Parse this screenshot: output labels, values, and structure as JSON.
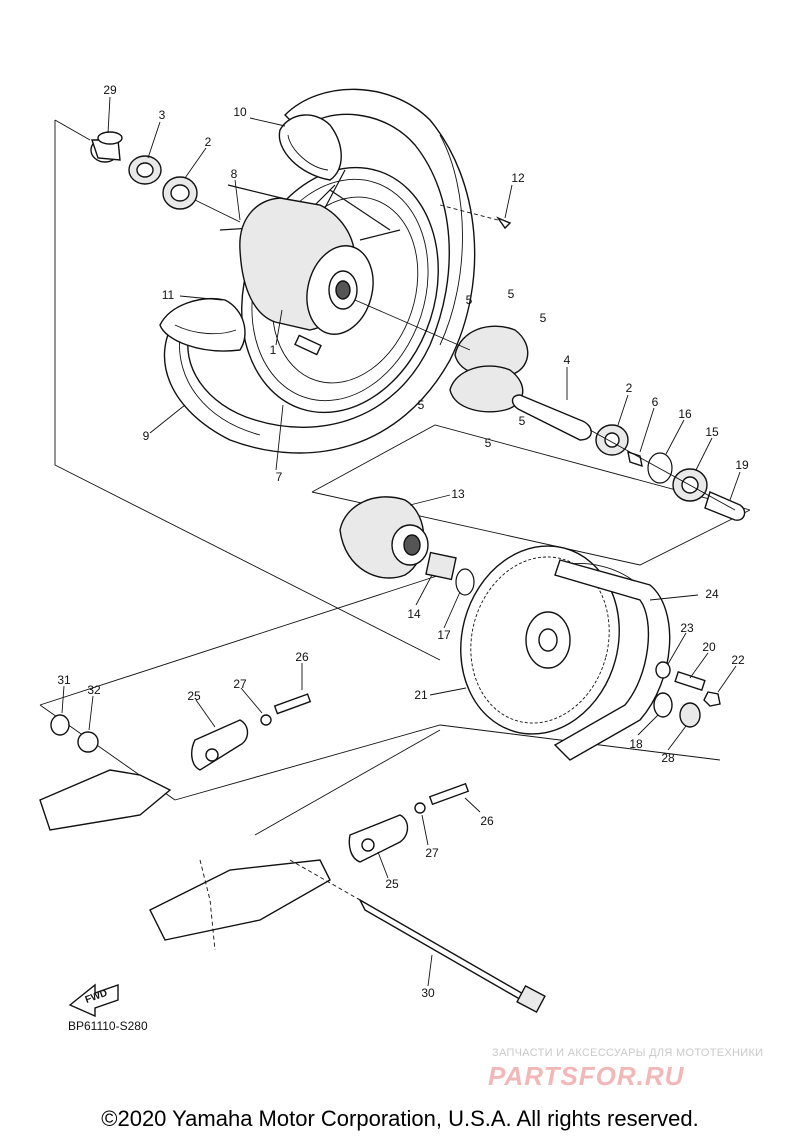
{
  "diagram_code": "BP61110-S280",
  "fwd_label": "FWD",
  "watermark": {
    "tagline": "ЗАПЧАСТИ И АКСЕССУАРЫ ДЛЯ МОТОТЕХНИКИ",
    "logo": "PARTSFOR.RU"
  },
  "copyright": "©2020 Yamaha Motor Corporation, U.S.A. All rights reserved.",
  "callouts": [
    {
      "id": "c29",
      "text": "29"
    },
    {
      "id": "c3",
      "text": "3"
    },
    {
      "id": "c2a",
      "text": "2"
    },
    {
      "id": "c10",
      "text": "10"
    },
    {
      "id": "c8",
      "text": "8"
    },
    {
      "id": "c12",
      "text": "12"
    },
    {
      "id": "c11",
      "text": "11"
    },
    {
      "id": "c1",
      "text": "1"
    },
    {
      "id": "c9",
      "text": "9"
    },
    {
      "id": "c7",
      "text": "7"
    },
    {
      "id": "c5a",
      "text": "5"
    },
    {
      "id": "c5b",
      "text": "5"
    },
    {
      "id": "c5c",
      "text": "5"
    },
    {
      "id": "c5d",
      "text": "5"
    },
    {
      "id": "c5e",
      "text": "5"
    },
    {
      "id": "c5f",
      "text": "5"
    },
    {
      "id": "c4",
      "text": "4"
    },
    {
      "id": "c2b",
      "text": "2"
    },
    {
      "id": "c6",
      "text": "6"
    },
    {
      "id": "c16",
      "text": "16"
    },
    {
      "id": "c15",
      "text": "15"
    },
    {
      "id": "c19",
      "text": "19"
    },
    {
      "id": "c13",
      "text": "13"
    },
    {
      "id": "c14",
      "text": "14"
    },
    {
      "id": "c17",
      "text": "17"
    },
    {
      "id": "c24",
      "text": "24"
    },
    {
      "id": "c23",
      "text": "23"
    },
    {
      "id": "c20",
      "text": "20"
    },
    {
      "id": "c22",
      "text": "22"
    },
    {
      "id": "c21",
      "text": "21"
    },
    {
      "id": "c18",
      "text": "18"
    },
    {
      "id": "c28",
      "text": "28"
    },
    {
      "id": "c26a",
      "text": "26"
    },
    {
      "id": "c27a",
      "text": "27"
    },
    {
      "id": "c25a",
      "text": "25"
    },
    {
      "id": "c31",
      "text": "31"
    },
    {
      "id": "c32",
      "text": "32"
    },
    {
      "id": "c26b",
      "text": "26"
    },
    {
      "id": "c27b",
      "text": "27"
    },
    {
      "id": "c25b",
      "text": "25"
    },
    {
      "id": "c30",
      "text": "30"
    }
  ]
}
